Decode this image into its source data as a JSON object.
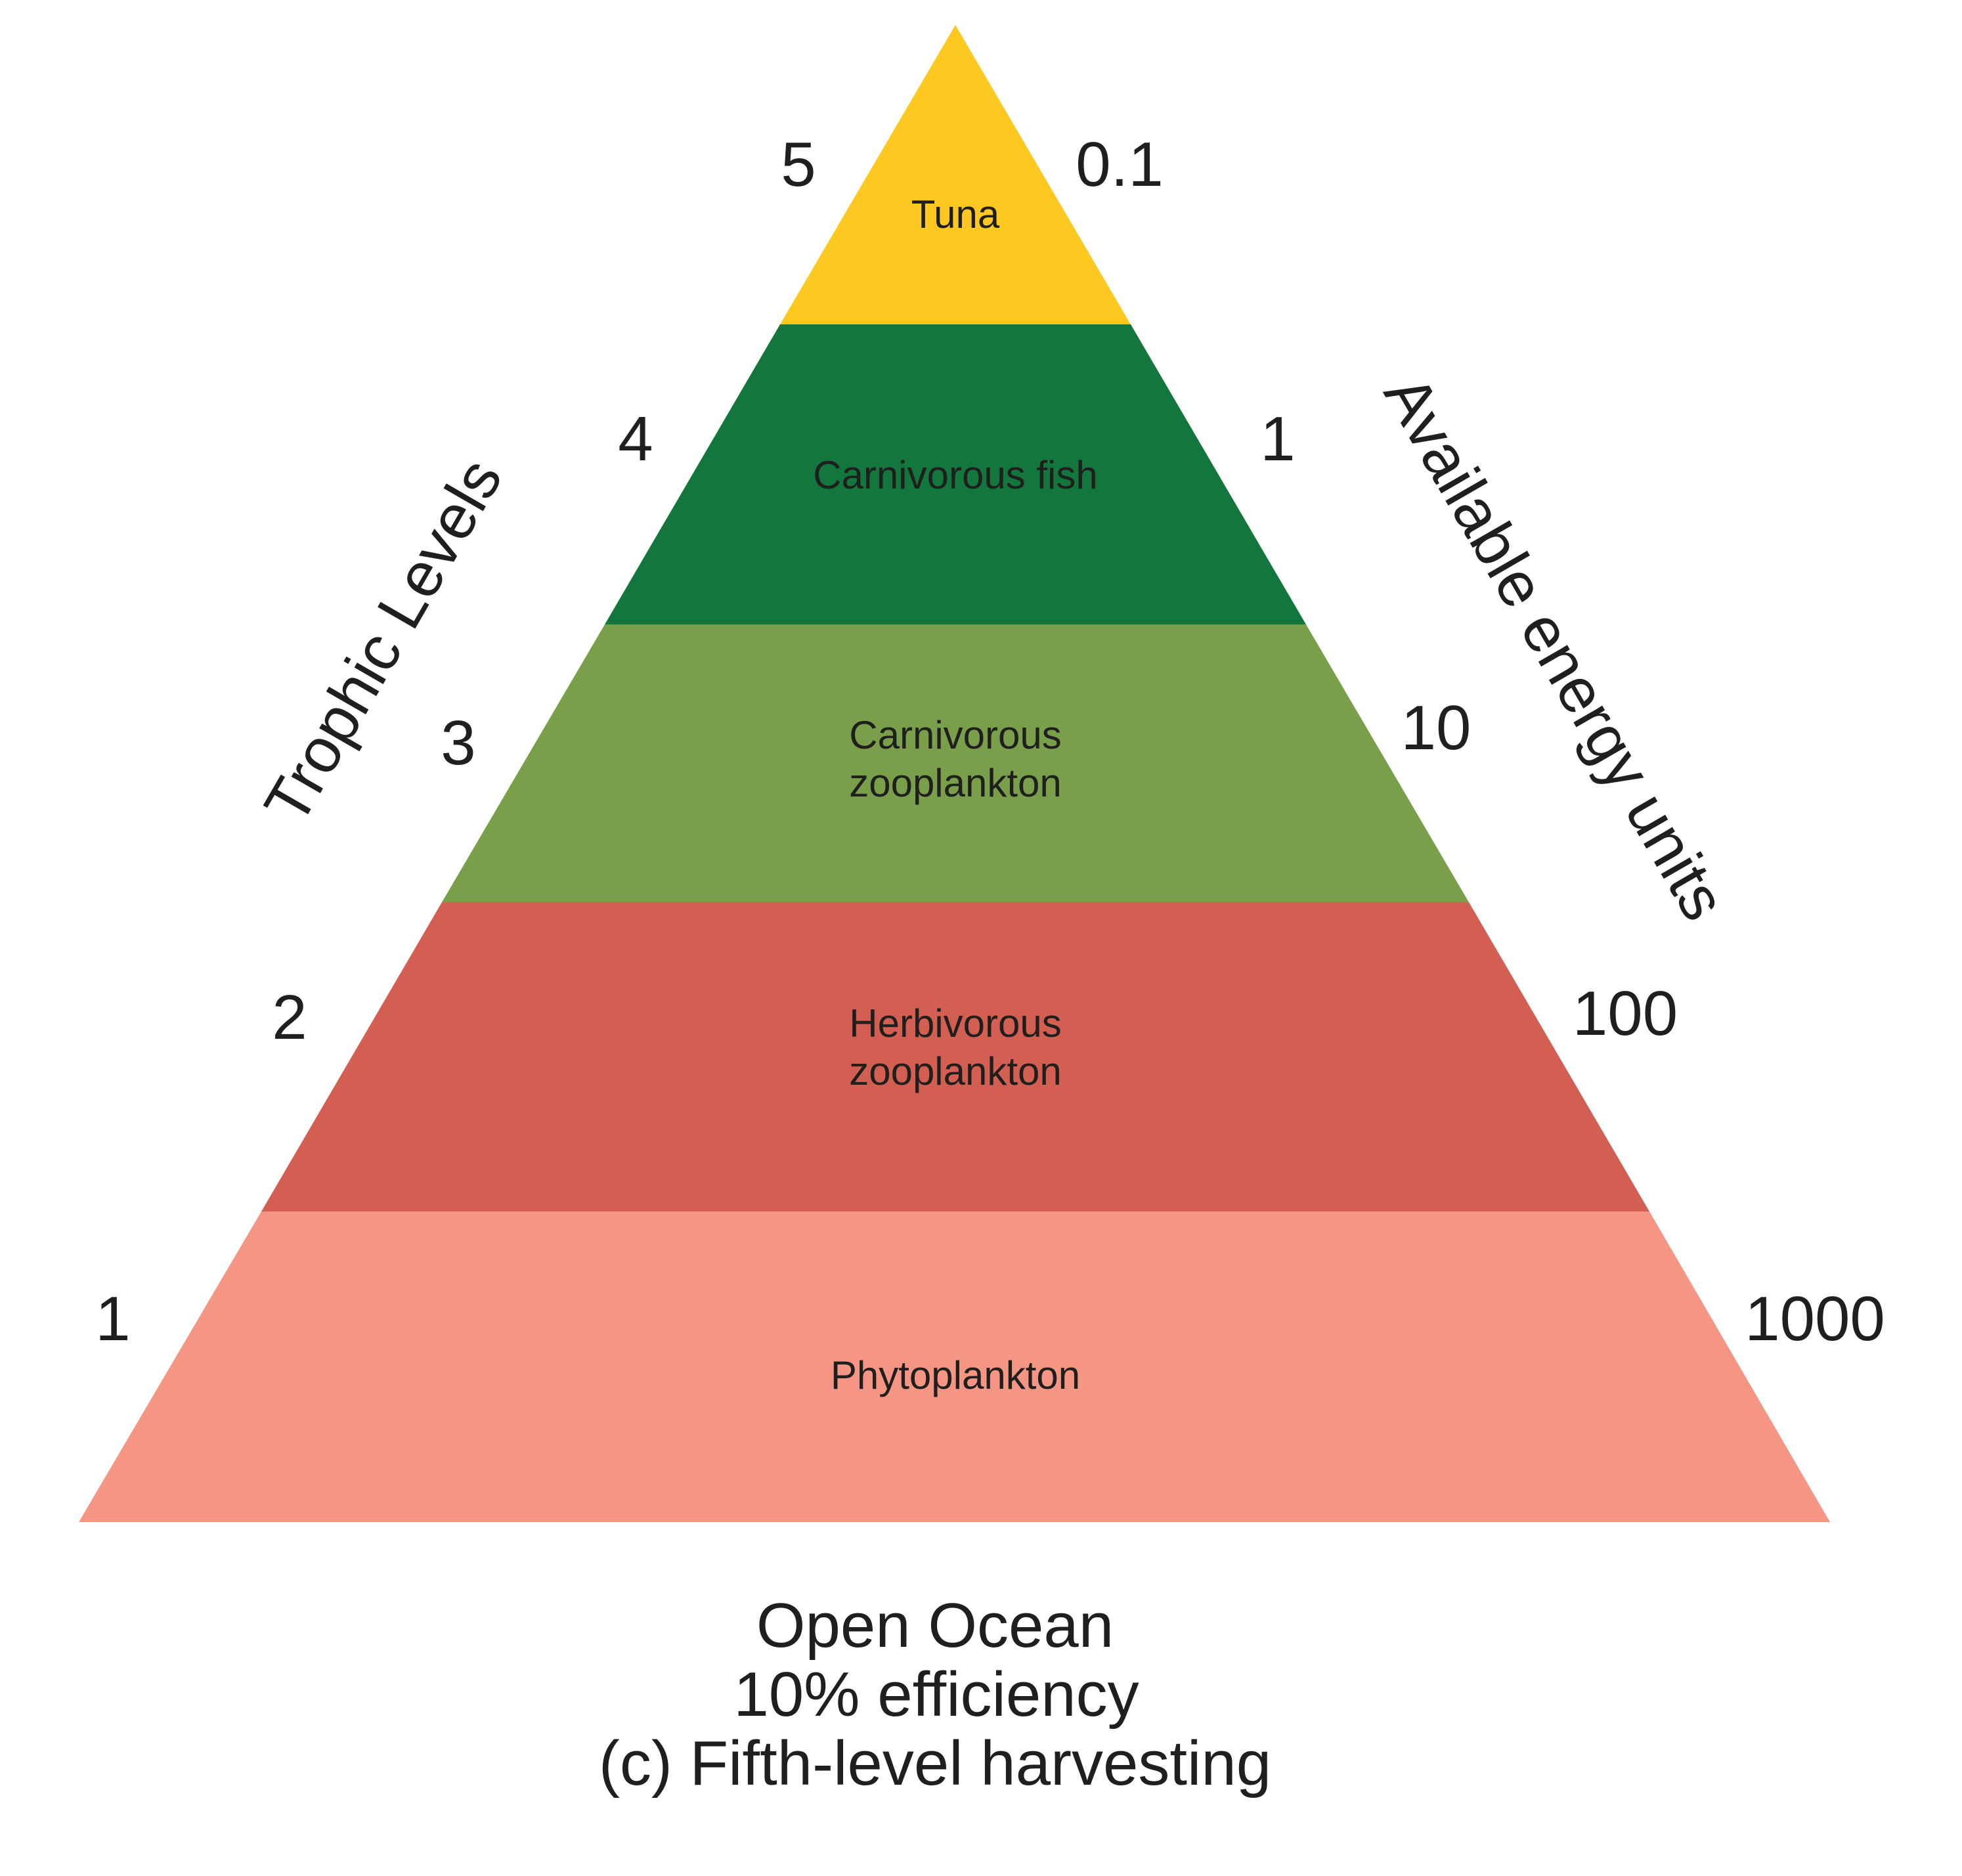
{
  "figure": {
    "title_lines": [
      "Open Ocean",
      "10% efficiency",
      "(c) Fifth-level harvesting"
    ],
    "left_axis_title": "Trophic Levels",
    "right_axis_title": "Available energy units"
  },
  "pyramid": {
    "layers": [
      {
        "name": "Tuna",
        "lines": [
          "Tuna"
        ],
        "trophic_level": "5",
        "energy_units": "0.1",
        "color": "#FDC921"
      },
      {
        "name": "Carnivorous fish",
        "lines": [
          "Carnivorous fish"
        ],
        "trophic_level": "4",
        "energy_units": "1",
        "color": "#13773D"
      },
      {
        "name": "Carnivorous zooplankton",
        "lines": [
          "Carnivorous",
          "zooplankton"
        ],
        "trophic_level": "3",
        "energy_units": "10",
        "color": "#7A9F4A"
      },
      {
        "name": "Herbivorous zooplankton",
        "lines": [
          "Herbivorous",
          "zooplankton"
        ],
        "trophic_level": "2",
        "energy_units": "100",
        "color": "#D35F52"
      },
      {
        "name": "Phytoplankton",
        "lines": [
          "Phytoplankton"
        ],
        "trophic_level": "1",
        "energy_units": "1000",
        "color": "#F59584"
      }
    ]
  },
  "chart_data": {
    "type": "pyramid",
    "title": "Open Ocean — 10% efficiency — (c) Fifth-level harvesting",
    "categories": [
      "Phytoplankton",
      "Herbivorous zooplankton",
      "Carnivorous zooplankton",
      "Carnivorous fish",
      "Tuna"
    ],
    "trophic_levels": [
      1,
      2,
      3,
      4,
      5
    ],
    "values": [
      1000,
      100,
      10,
      1,
      0.1
    ],
    "xlabel": "Trophic Levels",
    "ylabel": "Available energy units",
    "colors": [
      "#F59584",
      "#D35F52",
      "#7A9F4A",
      "#13773D",
      "#FDC921"
    ]
  }
}
